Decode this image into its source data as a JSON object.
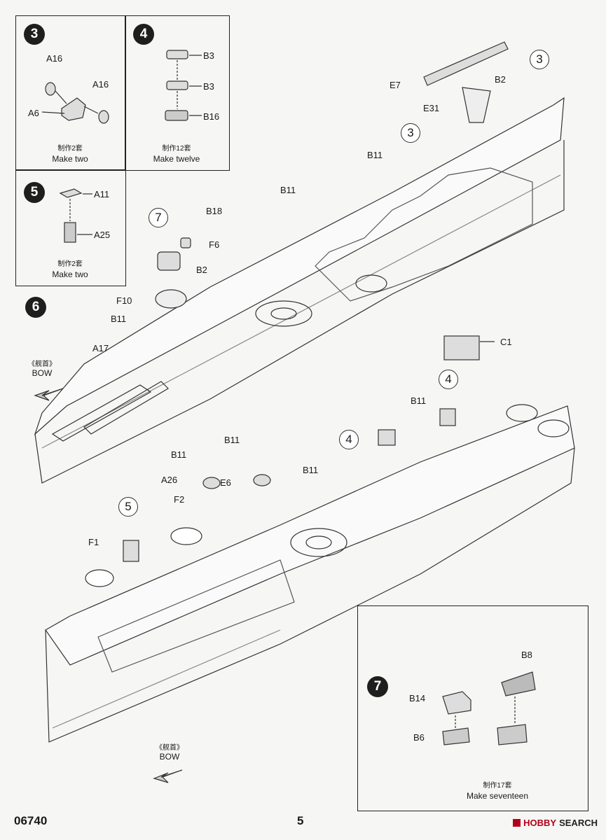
{
  "steps": {
    "s3": {
      "number": "3",
      "parts": {
        "a16_top": "A16",
        "a16_right": "A16",
        "a6": "A6"
      },
      "caption_cn": "制作2套",
      "caption_en": "Make two"
    },
    "s4": {
      "number": "4",
      "parts": {
        "b3_top": "B3",
        "b3_mid": "B3",
        "b16": "B16"
      },
      "caption_cn": "制作12套",
      "caption_en": "Make twelve"
    },
    "s5": {
      "number": "5",
      "parts": {
        "a11": "A11",
        "a25": "A25"
      },
      "caption_cn": "制作2套",
      "caption_en": "Make two"
    },
    "s6": {
      "number": "6",
      "upper_parts": {
        "e7": "E7",
        "b2_top": "B2",
        "e31": "E31",
        "b11_a": "B11",
        "b11_b": "B11",
        "b18": "B18",
        "f6": "F6",
        "b2_mid": "B2",
        "f10": "F10",
        "b11_c": "B11",
        "a17": "A17",
        "c1": "C1"
      },
      "lower_parts": {
        "b11_d": "B11",
        "b11_e": "B11",
        "b11_f": "B11",
        "b11_g": "B11",
        "a26": "A26",
        "e6": "E6",
        "f2": "F2",
        "f1": "F1"
      },
      "refs": {
        "r7": "7",
        "r3a": "3",
        "r3b": "3",
        "r4a": "4",
        "r4b": "4",
        "r5": "5"
      },
      "bow_cn": "《舰首》",
      "bow_en": "BOW"
    },
    "s7": {
      "number": "7",
      "parts": {
        "b8": "B8",
        "b14": "B14",
        "b6": "B6"
      },
      "caption_cn": "制作17套",
      "caption_en": "Make seventeen"
    }
  },
  "footer": {
    "code": "06740",
    "page": "5"
  },
  "watermark": {
    "brand": "HOBBY",
    "search": "SEARCH"
  }
}
